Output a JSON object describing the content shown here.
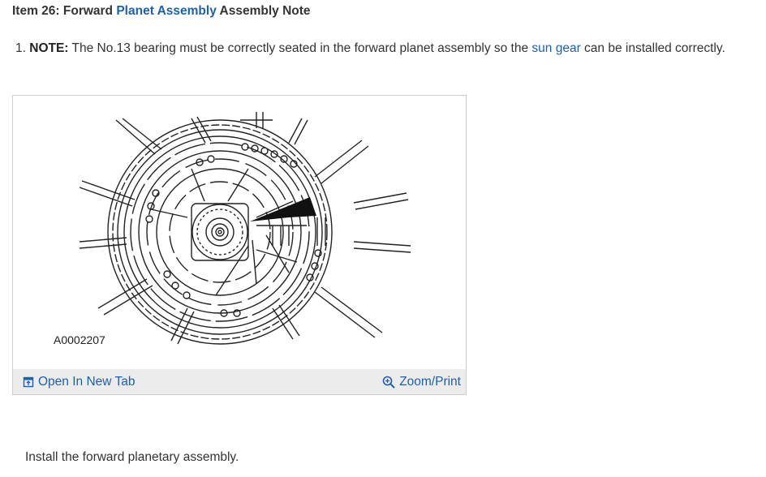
{
  "header": {
    "prefix": "Item 26: Forward ",
    "link_text": "Planet Assembly",
    "suffix": " Assembly Note"
  },
  "note": {
    "number": "1.",
    "label": "NOTE:",
    "text_before": " The No.13 bearing must be correctly seated in the forward planet assembly so the ",
    "link_text": "sun gear",
    "text_after": " can be installed correctly."
  },
  "figure": {
    "image_code": "A0002207",
    "open_label": "Open In New Tab",
    "zoom_label": "Zoom/Print",
    "open_icon": "open-new-tab-icon",
    "zoom_icon": "magnifier-plus-icon",
    "link_color": "#1f5fa8",
    "footer_bg": "#ececec"
  },
  "instruction": {
    "text": "Install the forward planetary assembly."
  }
}
